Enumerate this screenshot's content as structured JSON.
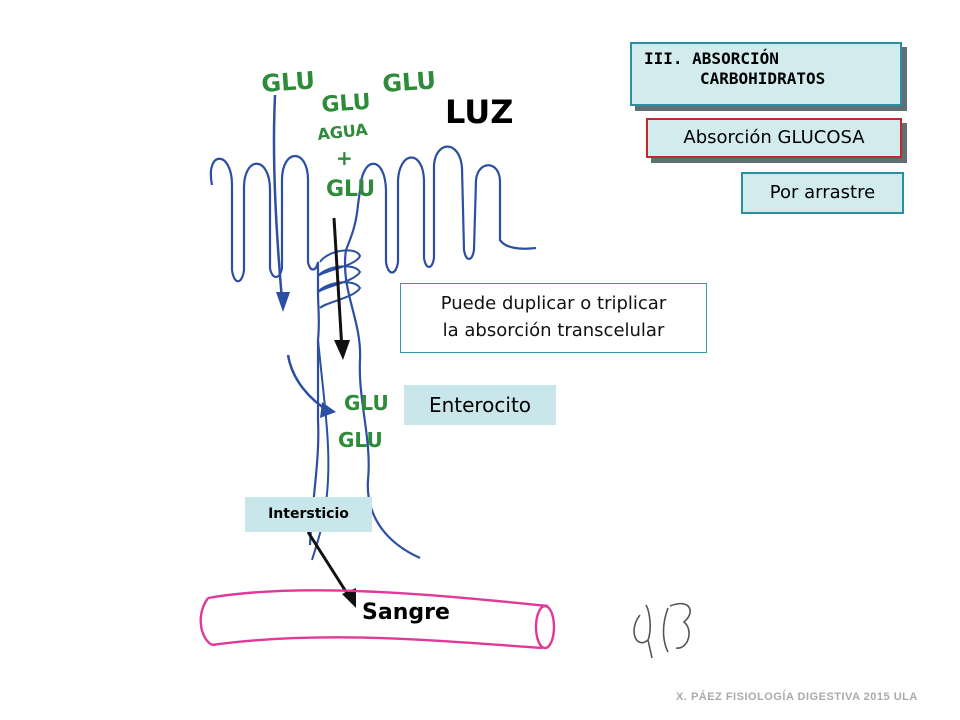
{
  "title": {
    "line1": "III. ABSORCIÓN",
    "line2": "CARBOHIDRATOS"
  },
  "subtitle": "Absorción GLUCOSA",
  "mechanism": "Por arrastre",
  "note": {
    "line1": "Puede duplicar o triplicar",
    "line2": "la absorción transcelular"
  },
  "labels": {
    "lumen": "LUZ",
    "enterocyte": "Enterocito",
    "interstitium": "Intersticio",
    "blood": "Sangre",
    "glucose": "GLU",
    "water": "AGUA",
    "plus": "+"
  },
  "footer": "X. PÁEZ   FISIOLOGÍA DIGESTIVA 2015  ULA",
  "colors": {
    "box_fill": "#d2ecee",
    "teal_border": "#2a8fa0",
    "red_border": "#c0282d",
    "handwriting_green": "#2e8b3a",
    "membrane_blue": "#2d4fa3",
    "vessel_pink": "#e0399a"
  }
}
